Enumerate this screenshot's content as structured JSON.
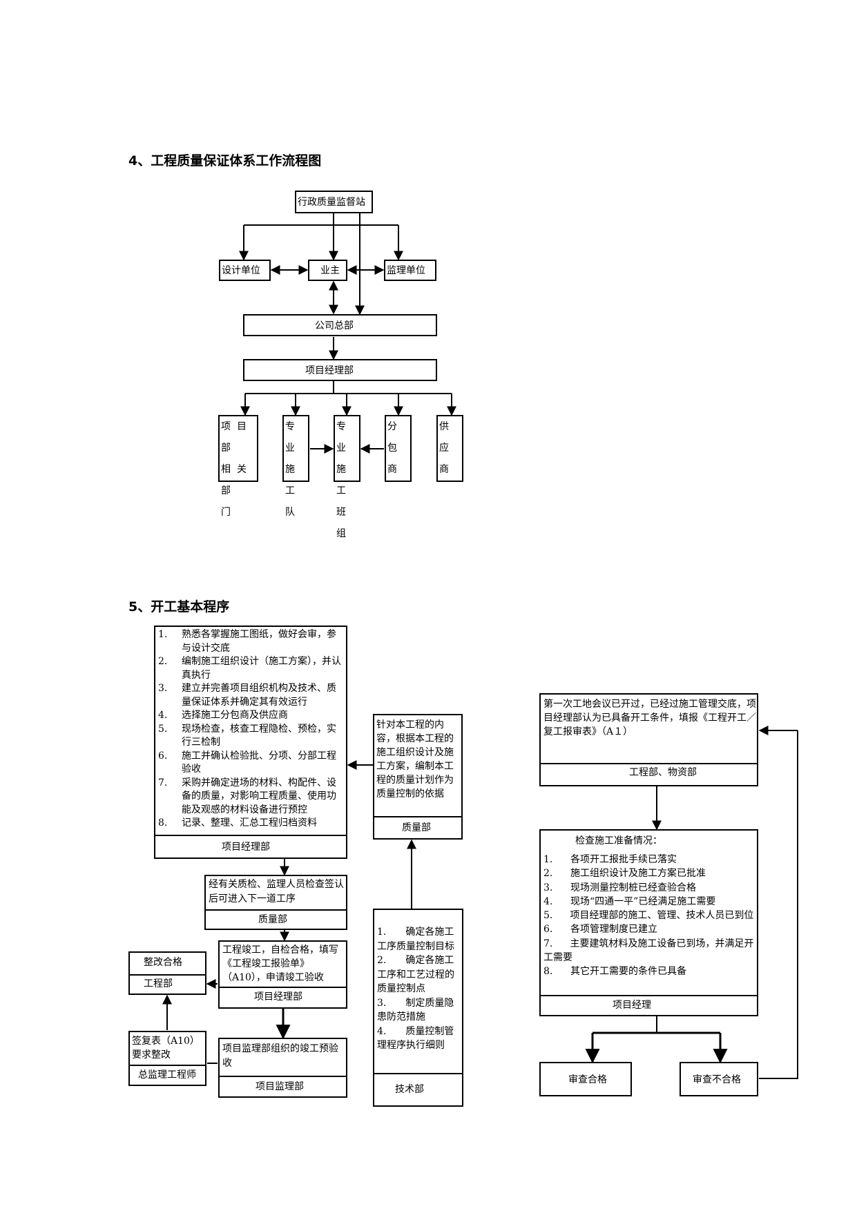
{
  "sections": {
    "s4_title": "4、工程质量保证体系工作流程图",
    "s5_title": "5、开工基本程序"
  },
  "chart1": {
    "supervision_station": "行政质量监督站",
    "design_unit": "设计单位",
    "owner": "业主",
    "supervisor_unit": "监理单位",
    "company_hq": "公司总部",
    "project_manager_dept": "项目经理部",
    "columns": {
      "c1": "项目部\n相关部\n门",
      "c2": "专业\n施工\n队",
      "c3": "专业\n施工\n班组",
      "c4": "分包\n商",
      "c5": "供应\n商"
    }
  },
  "chart2": {
    "main_box": {
      "items": [
        {
          "n": "1.",
          "text": "熟悉各掌握施工图纸，做好会审，参与设计交底"
        },
        {
          "n": "2.",
          "text": "编制施工组织设计（施工方案），并认真执行"
        },
        {
          "n": "3.",
          "text": "建立并完善项目组织机构及技术、质量保证体系并确定其有效运行"
        },
        {
          "n": "4.",
          "text": "选择施工分包商及供应商"
        },
        {
          "n": "5.",
          "text": "现场检查，核查工程隐检、预检，实行三检制"
        },
        {
          "n": "6.",
          "text": "施工并确认检验批、分项、分部工程验收"
        },
        {
          "n": "7.",
          "text": "采购并确定进场的材料、构配件、设备的质量，对影响工程质量、使用功能及观感的材料设备进行预控"
        },
        {
          "n": "8.",
          "text": "记录、整理、汇总工程归档资料"
        }
      ],
      "footer": "项目经理部"
    },
    "quality_plan": {
      "text": "针对本工程的内容，根据本工程的施工组织设计及施工方案，编制本工程的质量计划作为质量控制的依据",
      "footer": "质量部"
    },
    "inspection": {
      "text": "经有关质检、监理人员检查签认后可进入下一道工序",
      "footer": "质量部"
    },
    "completion": {
      "text": "工程竣工，自检合格，填写《工程竣工报验单》（A10），申请竣工验收",
      "footer": "项目经理部"
    },
    "rectify_ok": {
      "text": "整改合格",
      "footer": "工程部"
    },
    "sign_back": {
      "text": "签复表（A10）要求整改",
      "footer": "总监理工程师"
    },
    "pre_acceptance": {
      "text": "项目监理部组织的竣工预验收",
      "footer": "项目监理部"
    },
    "tech_box": {
      "items": [
        {
          "n": "1.",
          "text": "确定各施工工序质量控制目标"
        },
        {
          "n": "2.",
          "text": "确定各施工工序和工艺过程的质量控制点"
        },
        {
          "n": "3.",
          "text": "制定质量隐患防范措施"
        },
        {
          "n": "4.",
          "text": "质量控制管理程序执行细则"
        }
      ],
      "footer": "技术部"
    },
    "first_meeting": {
      "text": "第一次工地会议已开过，已经过施工管理交底，项目经理部认为已具备开工条件，填报《工程开工／复工报审表》（A１）",
      "footer": "工程部、物资部"
    },
    "check_prep": {
      "title": "检查施工准备情况：",
      "items": [
        {
          "n": "1.",
          "text": "各项开工报批手续已落实"
        },
        {
          "n": "2.",
          "text": "施工组织设计及施工方案已批准"
        },
        {
          "n": "3.",
          "text": "现场测量控制桩已经查验合格"
        },
        {
          "n": "4.",
          "text": "现场“四通一平”已经满足施工需要"
        },
        {
          "n": "5.",
          "text": "项目经理部的施工、管理、技术人员已到位"
        },
        {
          "n": "6.",
          "text": "各项管理制度已建立"
        },
        {
          "n": "7.",
          "text": "主要建筑材料及施工设备已到场，并满足开工需要"
        },
        {
          "n": "8.",
          "text": "其它开工需要的条件已具备"
        }
      ],
      "footer": "项目经理"
    },
    "review_pass": "审查合格",
    "review_fail": "审查不合格"
  }
}
